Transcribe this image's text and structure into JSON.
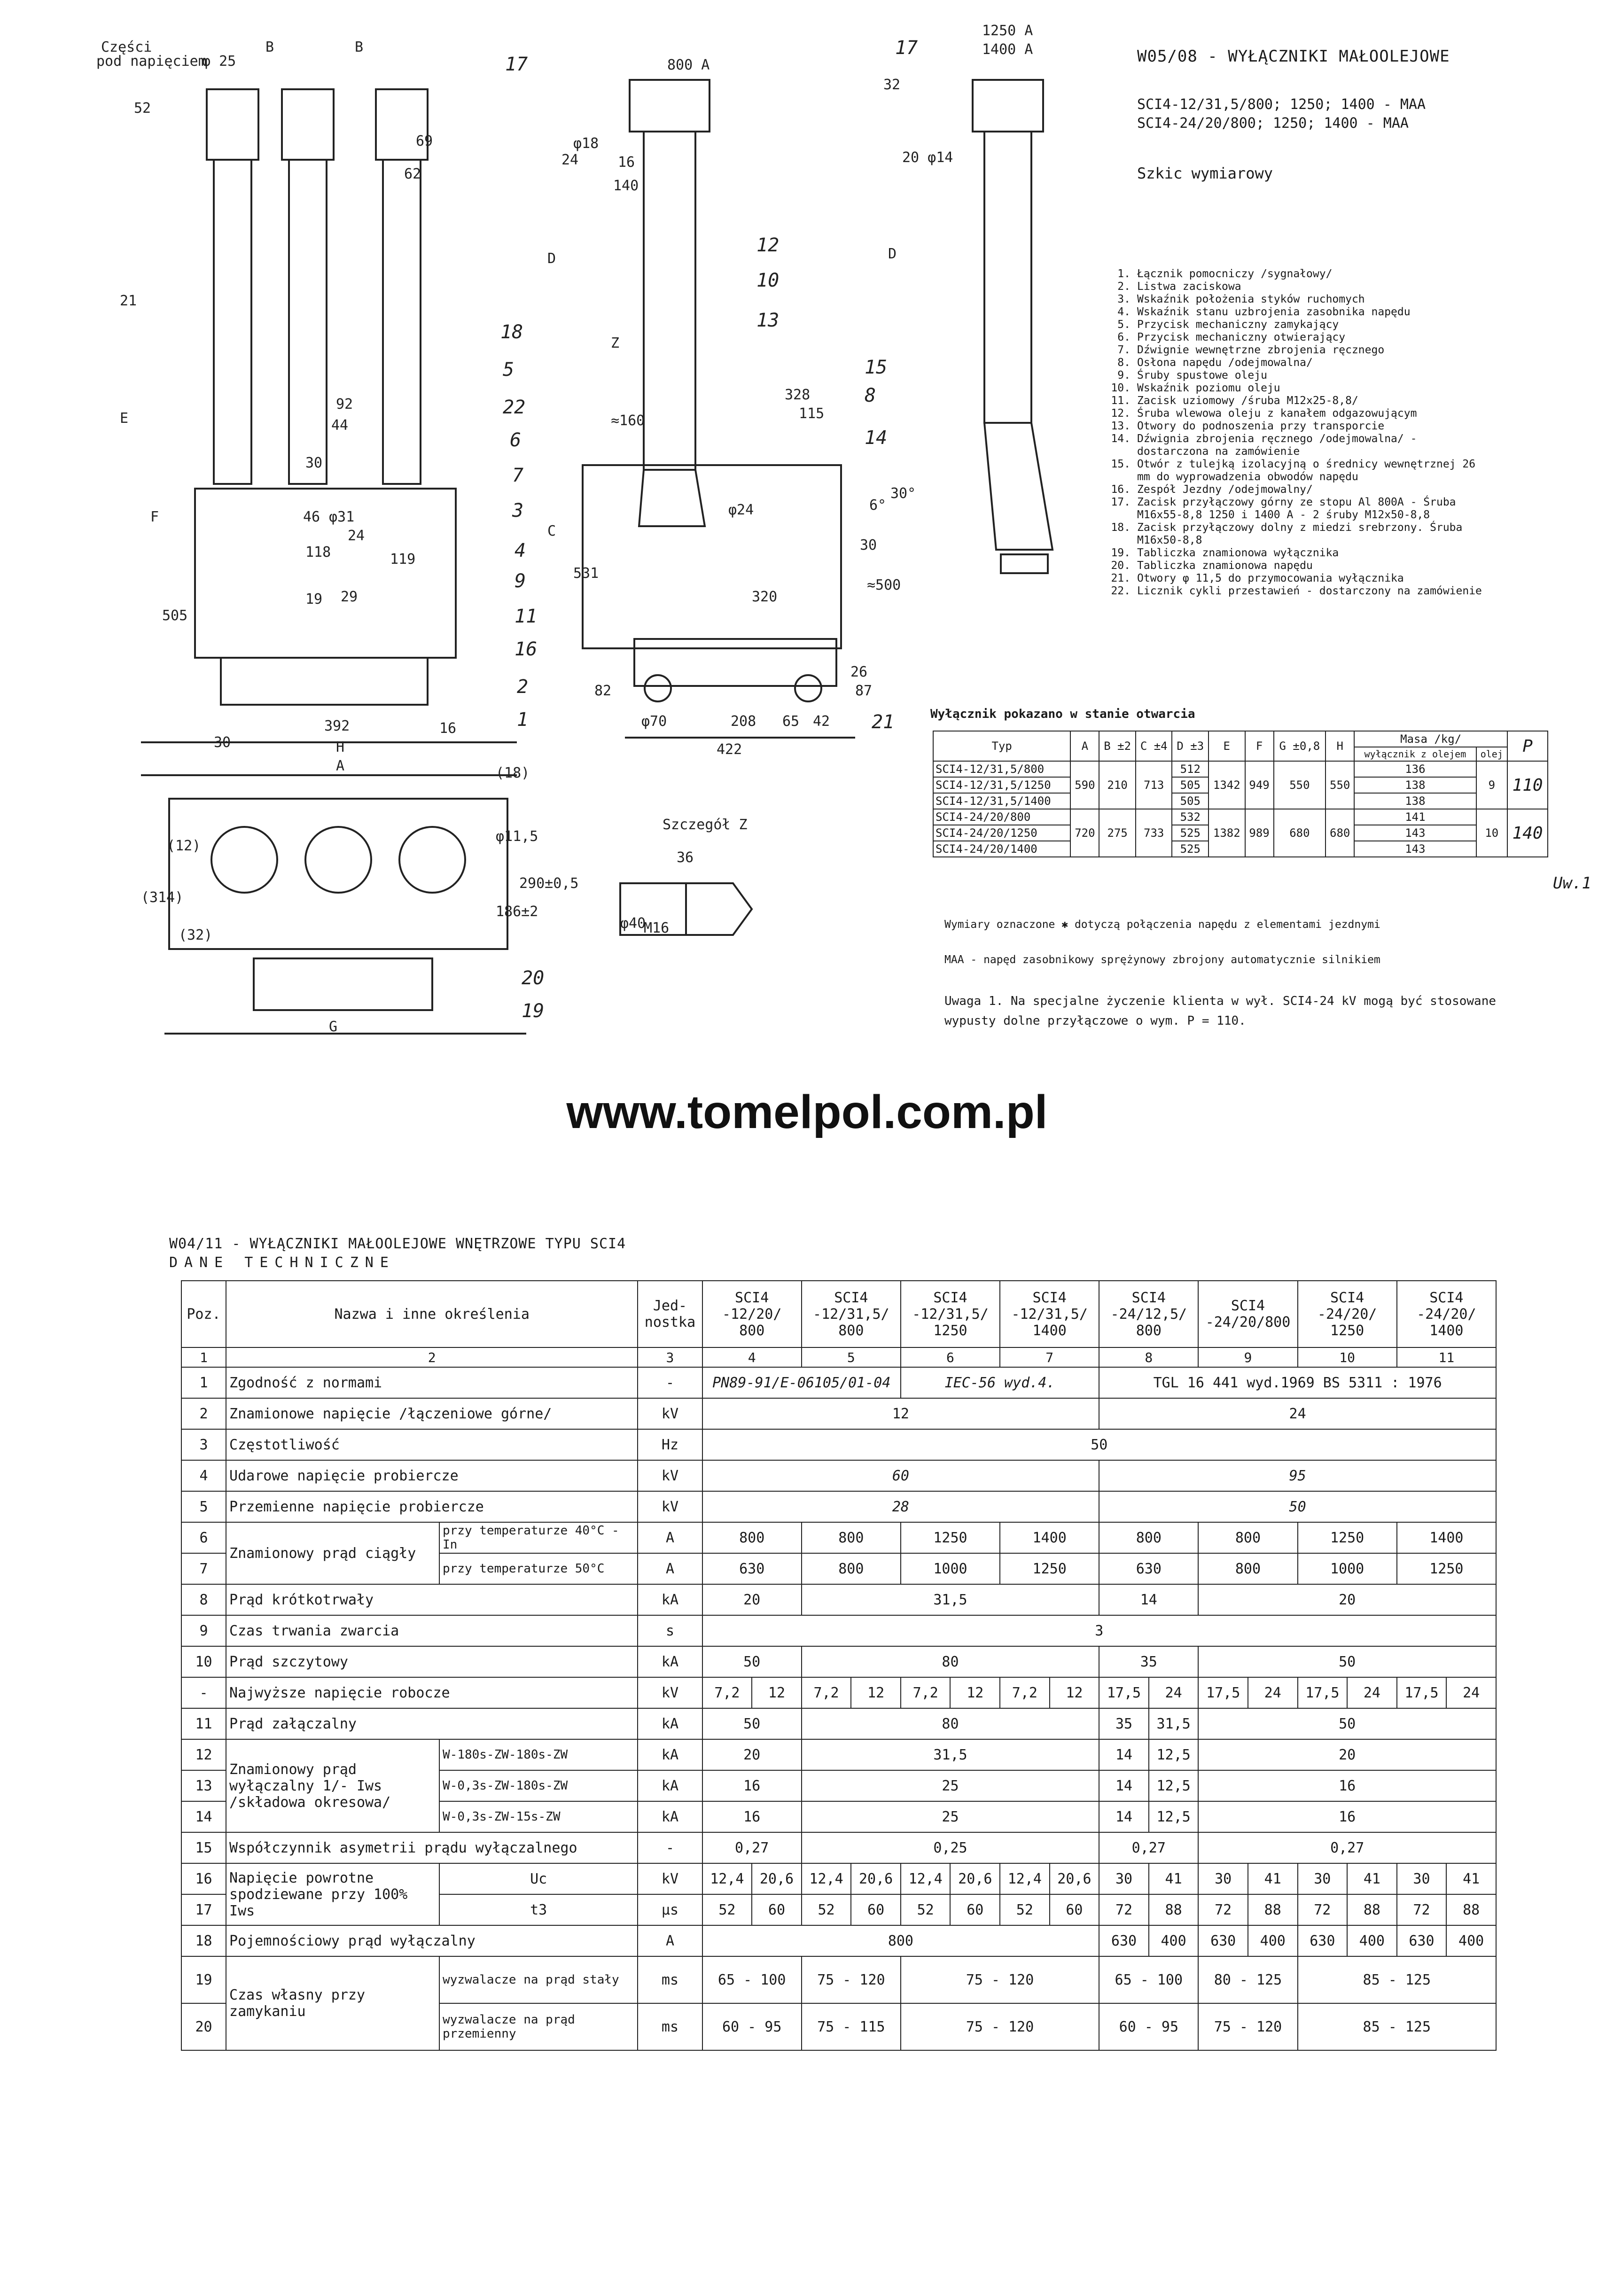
{
  "header": {
    "title": "W05/08 - WYŁĄCZNIKI MAŁOOLEJOWE",
    "type_line_1": "SCI4-12/31,5/800;  1250; 1400 - MAA",
    "type_line_2": "SCI4-24/20/800;    1250; 1400 - MAA",
    "sketch": "Szkic wymiarowy"
  },
  "drawing_labels": {
    "czesci": "Części",
    "pod_napieciem": "pod napięciem",
    "phi25": "φ 25",
    "B1": "B",
    "B2": "B",
    "d52": "52",
    "d69": "69",
    "d62": "62",
    "d21": "21",
    "d92": "92",
    "d44": "44",
    "d30": "30",
    "d46": "46",
    "phi31": "φ31",
    "d24": "24",
    "d119": "119",
    "d118": "118",
    "d19": "19",
    "d29": "29",
    "d505": "505",
    "F": "F",
    "E": "E",
    "d392": "392",
    "d16": "16",
    "d30b": "30",
    "H": "H",
    "A": "A",
    "d18": "(18)",
    "G": "G",
    "d12": "(12)",
    "d314": "(314)",
    "d32": "(32)",
    "phi115": "φ11,5",
    "d290": "290±0,5",
    "d186": "186±2",
    "A800": "800 A",
    "d24b": "24",
    "phi18": "φ18",
    "d16b": "16",
    "d140": "140",
    "D": "D",
    "C": "C",
    "d160": "≈160",
    "d328": "328",
    "d115": "115",
    "d6": "6°",
    "d30c": "30°",
    "phi24": "φ24",
    "d30d": "30",
    "d500": "≈500",
    "d320": "320",
    "d531": "531",
    "d82": "82",
    "phi70": "φ70",
    "d208": "208",
    "d65": "65",
    "d42": "42",
    "d87": "87",
    "d26": "26",
    "d422": "422",
    "Z": "Z",
    "A1250": "1250 A",
    "A1400": "1400 A",
    "d32b": "32",
    "d20": "20 φ14",
    "D2": "D",
    "szczegol": "Szczegół Z",
    "d36": "36",
    "phi40": "φ40",
    "M16": "M16",
    "callouts": [
      "17",
      "12",
      "10",
      "13",
      "18",
      "5",
      "22",
      "6",
      "7",
      "3",
      "4",
      "9",
      "11",
      "16",
      "2",
      "1",
      "15",
      "8",
      "14",
      "21",
      "20",
      "19",
      "17"
    ]
  },
  "legend": [
    {
      "n": "1.",
      "t": "Łącznik pomocniczy /sygnałowy/"
    },
    {
      "n": "2.",
      "t": "Listwa zaciskowa"
    },
    {
      "n": "3.",
      "t": "Wskaźnik położenia styków ruchomych"
    },
    {
      "n": "4.",
      "t": "Wskaźnik stanu uzbrojenia zasobnika napędu"
    },
    {
      "n": "5.",
      "t": "Przycisk mechaniczny zamykający"
    },
    {
      "n": "6.",
      "t": "Przycisk mechaniczny otwierający"
    },
    {
      "n": "7.",
      "t": "Dźwignie wewnętrzne zbrojenia ręcznego"
    },
    {
      "n": "8.",
      "t": "Osłona napędu /odejmowalna/"
    },
    {
      "n": "9.",
      "t": "Śruby spustowe oleju"
    },
    {
      "n": "10.",
      "t": "Wskaźnik poziomu oleju"
    },
    {
      "n": "11.",
      "t": "Zacisk uziomowy /śruba M12x25-8,8/"
    },
    {
      "n": "12.",
      "t": "Śruba wlewowa oleju z kanałem odgazowującym"
    },
    {
      "n": "13.",
      "t": "Otwory do podnoszenia przy transporcie"
    },
    {
      "n": "14.",
      "t": "Dźwignia zbrojenia ręcznego /odejmowalna/ - dostarczona na zamówienie"
    },
    {
      "n": "15.",
      "t": "Otwór z tulejką izolacyjną o średnicy wewnętrznej 26 mm do wyprowadzenia obwodów napędu"
    },
    {
      "n": "16.",
      "t": "Zespół Jezdny /odejmowalny/"
    },
    {
      "n": "17.",
      "t": "Zacisk przyłączowy górny ze stopu Al 800A - Śruba M16x55-8,8 1250 i 1400 A - 2 śruby M12x50-8,8"
    },
    {
      "n": "18.",
      "t": "Zacisk przyłączowy dolny z miedzi srebrzony. Śruba M16x50-8,8"
    },
    {
      "n": "19.",
      "t": "Tabliczka znamionowa wyłącznika"
    },
    {
      "n": "20.",
      "t": "Tabliczka znamionowa napędu"
    },
    {
      "n": "21.",
      "t": "Otwory φ 11,5 do przymocowania wyłącznika"
    },
    {
      "n": "22.",
      "t": "Licznik cykli przestawień - dostarczony na zamówienie"
    }
  ],
  "state_note": "Wyłącznik pokazano w stanie otwarcia",
  "mass_table": {
    "headers": [
      "Typ",
      "A",
      "B ±2",
      "C ±4",
      "D ±3",
      "E",
      "F",
      "G ±0,8",
      "H",
      "Masa /kg/",
      "P"
    ],
    "mass_sub": [
      "wyłącznik z olejem",
      "olej"
    ],
    "rows": [
      {
        "typ": "SCI4-12/31,5/800",
        "D": "512",
        "m": "136"
      },
      {
        "typ": "SCI4-12/31,5/1250",
        "D": "505",
        "m": "138"
      },
      {
        "typ": "SCI4-12/31,5/1400",
        "D": "505",
        "m": "138"
      },
      {
        "typ": "SCI4-24/20/800",
        "D": "532",
        "m": "141"
      },
      {
        "typ": "SCI4-24/20/1250",
        "D": "525",
        "m": "143"
      },
      {
        "typ": "SCI4-24/20/1400",
        "D": "525",
        "m": "143"
      }
    ],
    "group1": {
      "A": "590",
      "B": "210",
      "C": "713",
      "E": "1342",
      "F": "949",
      "G": "550",
      "H": "550",
      "olej": "9",
      "P": "110"
    },
    "group2": {
      "A": "720",
      "B": "275",
      "C": "733",
      "E": "1382",
      "F": "989",
      "G": "680",
      "H": "680",
      "olej": "10",
      "P": "140"
    },
    "uw": "Uw.1"
  },
  "notes": {
    "n1": "Wymiary oznaczone ✱ dotyczą połączenia napędu z elementami jezdnymi",
    "n2": "MAA - napęd zasobnikowy sprężynowy zbrojony automatycznie silnikiem",
    "n3": "Uwaga 1. Na specjalne życzenie klienta w wył. SCI4-24 kV mogą być stosowane wypusty dolne przyłączowe o wym. P = 110."
  },
  "website": "www.tomelpol.com.pl",
  "sec2": {
    "title": "W04/11 - WYŁĄCZNIKI MAŁOOLEJOWE WNĘTRZOWE TYPU SCI4",
    "subtitle": "DANE    TECHNICZNE"
  },
  "tech": {
    "h_poz": "Poz.",
    "h_name": "Nazwa i inne określenia",
    "h_unit": "Jed-nostka",
    "types": [
      "SCI4 -12/20/ 800",
      "SCI4 -12/31,5/ 800",
      "SCI4 -12/31,5/ 1250",
      "SCI4 -12/31,5/ 1400",
      "SCI4 -24/12,5/ 800",
      "SCI4 -24/20/800",
      "SCI4 -24/20/ 1250",
      "SCI4 -24/20/ 1400"
    ],
    "colnums": [
      "1",
      "2",
      "3",
      "4",
      "5",
      "6",
      "7",
      "8",
      "9",
      "10",
      "11"
    ],
    "r1": {
      "poz": "1",
      "name": "Zgodność z normami",
      "unit": "-",
      "a": "PN89-91/E-06105/01-04",
      "b": "IEC-56 wyd.4.",
      "c": "TGL 16 441 wyd.1969  BS 5311 : 1976"
    },
    "r2": {
      "poz": "2",
      "name": "Znamionowe napięcie /łączeniowe górne/",
      "unit": "kV",
      "a": "12",
      "b": "24"
    },
    "r3": {
      "poz": "3",
      "name": "Częstotliwość",
      "unit": "Hz",
      "a": "50"
    },
    "r4": {
      "poz": "4",
      "name": "Udarowe napięcie probiercze",
      "unit": "kV",
      "a": "60",
      "b": "95"
    },
    "r5": {
      "poz": "5",
      "name": "Przemienne napięcie probiercze",
      "unit": "kV",
      "a": "28",
      "b": "50"
    },
    "r6": {
      "poz": "6",
      "name": "Znamionowy prąd ciągły",
      "sub": "przy temperaturze 40°C - In",
      "unit": "A",
      "v": [
        "800",
        "800",
        "1250",
        "1400",
        "800",
        "800",
        "1250",
        "1400"
      ]
    },
    "r7": {
      "poz": "7",
      "sub": "przy temperaturze 50°C",
      "unit": "A",
      "v": [
        "630",
        "800",
        "1000",
        "1250",
        "630",
        "800",
        "1000",
        "1250"
      ]
    },
    "r8": {
      "poz": "8",
      "name": "Prąd krótkotrwały",
      "unit": "kA",
      "a": "20",
      "b": "31,5",
      "c": "14",
      "d": "20"
    },
    "r9": {
      "poz": "9",
      "name": "Czas trwania zwarcia",
      "unit": "s",
      "a": "3"
    },
    "r10": {
      "poz": "10",
      "name": "Prąd szczytowy",
      "unit": "kA",
      "a": "50",
      "b": "80",
      "c": "35",
      "d": "50"
    },
    "rmax": {
      "poz": "-",
      "name": "Najwyższe napięcie robocze",
      "unit": "kV",
      "v": [
        "7,2",
        "12",
        "7,2",
        "12",
        "7,2",
        "12",
        "7,2",
        "12",
        "17,5",
        "24",
        "17,5",
        "24",
        "17,5",
        "24",
        "17,5",
        "24"
      ]
    },
    "r11": {
      "poz": "11",
      "name": "Prąd załączalny",
      "unit": "kA",
      "a": "50",
      "b": "80",
      "c": "35",
      "d": "31,5",
      "e": "50"
    },
    "r12": {
      "poz": "12",
      "name": "Znamionowy prąd wyłączalny 1/- Iws /składowa okresowa/",
      "sub": "W-180s-ZW-180s-ZW",
      "unit": "kA",
      "a": "20",
      "b": "31,5",
      "c": "14",
      "d": "12,5",
      "e": "20"
    },
    "r13": {
      "poz": "13",
      "sub": "W-0,3s-ZW-180s-ZW",
      "unit": "kA",
      "a": "16",
      "b": "25",
      "c": "14",
      "d": "12,5",
      "e": "16"
    },
    "r14": {
      "poz": "14",
      "sub": "W-0,3s-ZW-15s-ZW",
      "unit": "kA",
      "a": "16",
      "b": "25",
      "c": "14",
      "d": "12,5",
      "e": "16"
    },
    "r15": {
      "poz": "15",
      "name": "Współczynnik asymetrii prądu wyłączalnego",
      "unit": "-",
      "a": "0,27",
      "b": "0,25",
      "c": "0,27",
      "d": "0,27"
    },
    "r16": {
      "poz": "16",
      "name": "Napięcie powrotne spodziewane przy 100% Iws",
      "sub": "Uc",
      "unit": "kV",
      "v": [
        "12,4",
        "20,6",
        "12,4",
        "20,6",
        "12,4",
        "20,6",
        "12,4",
        "20,6",
        "30",
        "41",
        "30",
        "41",
        "30",
        "41",
        "30",
        "41"
      ]
    },
    "r17": {
      "poz": "17",
      "sub": "t3",
      "unit": "μs",
      "v": [
        "52",
        "60",
        "52",
        "60",
        "52",
        "60",
        "52",
        "60",
        "72",
        "88",
        "72",
        "88",
        "72",
        "88",
        "72",
        "88"
      ]
    },
    "r18": {
      "poz": "18",
      "name": "Pojemnościowy prąd wyłączalny",
      "unit": "A",
      "a": "800",
      "v": [
        "630",
        "400",
        "630",
        "400",
        "630",
        "400",
        "630",
        "400"
      ]
    },
    "r19": {
      "poz": "19",
      "name": "Czas własny przy zamykaniu",
      "sub": "wyzwalacze na prąd stały",
      "unit": "ms",
      "a": "65 - 100",
      "b": "75 - 120",
      "c": "75 - 120",
      "d": "65 - 100",
      "e": "80 - 125",
      "f": "85 - 125"
    },
    "r20": {
      "poz": "20",
      "sub": "wyzwalacze na prąd przemienny",
      "unit": "ms",
      "a": "60 - 95",
      "b": "75 - 115",
      "c": "75 - 120",
      "d": "60 - 95",
      "e": "75 - 120",
      "f": "85 - 125"
    }
  }
}
